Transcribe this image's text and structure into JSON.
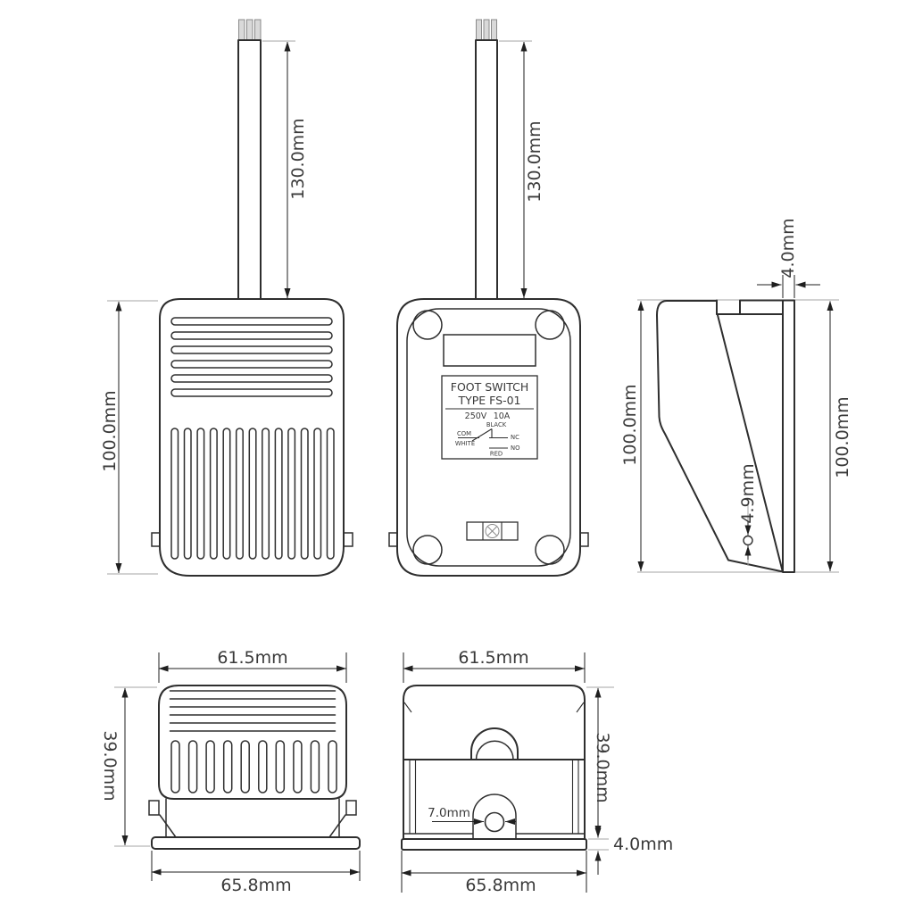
{
  "drawing": {
    "product_label": {
      "line1": "FOOT SWITCH",
      "line2": "TYPE FS-01",
      "voltage": "250V",
      "current": "10A",
      "terminal_black": "BLACK",
      "terminal_com": "COM",
      "terminal_white": "WHITE",
      "terminal_nc": "NC",
      "terminal_no": "NO",
      "terminal_red": "RED"
    },
    "dimensions": {
      "top_view": {
        "cable_length": "130.0mm",
        "body_length": "100.0mm"
      },
      "bottom_view": {
        "cable_length": "130.0mm"
      },
      "side_view": {
        "plate_thickness": "4.0mm",
        "height_left": "100.0mm",
        "height_right": "100.0mm",
        "hole_diameter": "4.9mm"
      },
      "front_view": {
        "width_top": "61.5mm",
        "height": "39.0mm",
        "base_width": "65.8mm"
      },
      "rear_view": {
        "width_top": "61.5mm",
        "height": "39.0mm",
        "hole_diameter": "7.0mm",
        "base_thickness": "4.0mm",
        "base_width": "65.8mm"
      }
    },
    "colors": {
      "line": "#2e2e2e",
      "dimension": "#1f1f1f",
      "extension": "#a6a6a6",
      "text": "#3a3a3a",
      "wire_fill": "#d9d9d9",
      "background": "#ffffff"
    }
  }
}
